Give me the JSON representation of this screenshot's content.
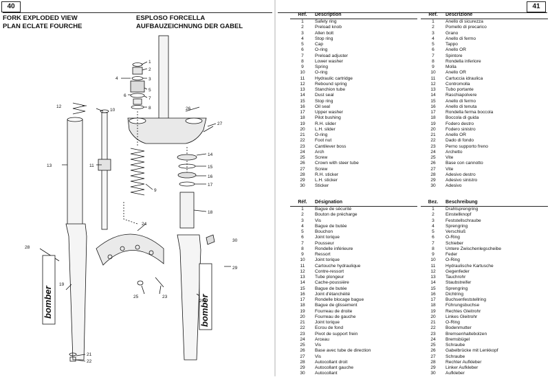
{
  "left_page": {
    "page_number": "40",
    "title_line1": "FORK EXPLODED VIEW",
    "title_line2": "PLAN ECLATE FOURCHE",
    "title_line3": "ESPLOSO FORCELLA",
    "title_line4": "AUFBAUZEICHNUNG DER GABEL",
    "callouts": [
      "1",
      "2",
      "3",
      "4",
      "5",
      "6",
      "7",
      "8",
      "9",
      "10",
      "11",
      "12",
      "13",
      "14",
      "15",
      "16",
      "17",
      "18",
      "19",
      "20",
      "21",
      "22",
      "23",
      "24",
      "25",
      "26",
      "27",
      "28",
      "29",
      "30"
    ],
    "sticker_text_left": "bomber",
    "sticker_text_right": "bomber"
  },
  "right_page": {
    "page_number": "41",
    "tables": [
      {
        "ref_header": "Ref.",
        "desc_header": "Description",
        "rows": [
          [
            "1",
            "Safety ring"
          ],
          [
            "2",
            "Preload knob"
          ],
          [
            "3",
            "Allen bolt"
          ],
          [
            "4",
            "Stop ring"
          ],
          [
            "5",
            "Cap"
          ],
          [
            "6",
            "O-ring"
          ],
          [
            "7",
            "Preload adjuster"
          ],
          [
            "8",
            "Lower washer"
          ],
          [
            "9",
            "Spring"
          ],
          [
            "10",
            "O-ring"
          ],
          [
            "11",
            "Hydraulic cartridge"
          ],
          [
            "12",
            "Rebound spring"
          ],
          [
            "13",
            "Stanchion tube"
          ],
          [
            "14",
            "Dust seal"
          ],
          [
            "15",
            "Stop ring"
          ],
          [
            "16",
            "Oil seal"
          ],
          [
            "17",
            "Upper washer"
          ],
          [
            "18",
            "Pilot bushing"
          ],
          [
            "19",
            "R.H. slider"
          ],
          [
            "20",
            "L.H. slider"
          ],
          [
            "21",
            "O-ring"
          ],
          [
            "22",
            "Foot nut"
          ],
          [
            "23",
            "Cantilever boss"
          ],
          [
            "24",
            "Arch"
          ],
          [
            "25",
            "Screw"
          ],
          [
            "26",
            "Crown with steer tube"
          ],
          [
            "27",
            "Screw"
          ],
          [
            "28",
            "R.H. sticker"
          ],
          [
            "29",
            "L.H. sticker"
          ],
          [
            "30",
            "Sticker"
          ]
        ]
      },
      {
        "ref_header": "Ref.",
        "desc_header": "Descrizione",
        "rows": [
          [
            "1",
            "Anello di sicurezza"
          ],
          [
            "2",
            "Pomello di precarico"
          ],
          [
            "3",
            "Grano"
          ],
          [
            "4",
            "Anello di fermo"
          ],
          [
            "5",
            "Tappo"
          ],
          [
            "6",
            "Anello OR"
          ],
          [
            "7",
            "Spintore"
          ],
          [
            "8",
            "Rondella inferiore"
          ],
          [
            "9",
            "Molla"
          ],
          [
            "10",
            "Anello OR"
          ],
          [
            "11",
            "Cartuccia idraulica"
          ],
          [
            "12",
            "Contromolla"
          ],
          [
            "13",
            "Tubo portante"
          ],
          [
            "14",
            "Raschiapolvere"
          ],
          [
            "15",
            "Anello di fermo"
          ],
          [
            "16",
            "Anello di tenuta"
          ],
          [
            "17",
            "Rondella ferma boccola"
          ],
          [
            "18",
            "Boccola di guida"
          ],
          [
            "19",
            "Fodero destro"
          ],
          [
            "20",
            "Fodero sinistro"
          ],
          [
            "21",
            "Anello OR"
          ],
          [
            "22",
            "Dado di fondo"
          ],
          [
            "23",
            "Perno supporto freno"
          ],
          [
            "24",
            "Archetto"
          ],
          [
            "25",
            "Vite"
          ],
          [
            "26",
            "Base con cannotto"
          ],
          [
            "27",
            "Vite"
          ],
          [
            "28",
            "Adesivo destro"
          ],
          [
            "29",
            "Adesivo sinistro"
          ],
          [
            "30",
            "Adesivo"
          ]
        ]
      },
      {
        "ref_header": "Réf.",
        "desc_header": "Désignation",
        "rows": [
          [
            "1",
            "Bague de sécurité"
          ],
          [
            "2",
            "Bouton de précharge"
          ],
          [
            "3",
            "Vis"
          ],
          [
            "4",
            "Bague de butée"
          ],
          [
            "5",
            "Bouchon"
          ],
          [
            "6",
            "Joint torique"
          ],
          [
            "7",
            "Pousseur"
          ],
          [
            "8",
            "Rondelle inférieure"
          ],
          [
            "9",
            "Ressort"
          ],
          [
            "10",
            "Joint torique"
          ],
          [
            "11",
            "Cartouche hydraulique"
          ],
          [
            "12",
            "Contre-ressort"
          ],
          [
            "13",
            "Tube plongeur"
          ],
          [
            "14",
            "Cache-poussière"
          ],
          [
            "15",
            "Bague de butée"
          ],
          [
            "16",
            "Joint d'étanchéité"
          ],
          [
            "17",
            "Rondelle blocage bague"
          ],
          [
            "18",
            "Bague de glissement"
          ],
          [
            "19",
            "Fourreau de droite"
          ],
          [
            "20",
            "Fourreau de gauche"
          ],
          [
            "21",
            "Joint torique"
          ],
          [
            "22",
            "Ecrou de fond"
          ],
          [
            "23",
            "Pivot de support frein"
          ],
          [
            "24",
            "Arceau"
          ],
          [
            "25",
            "Vis"
          ],
          [
            "26",
            "Base avec tube de direction"
          ],
          [
            "27",
            "Vis"
          ],
          [
            "28",
            "Autocollant droit"
          ],
          [
            "29",
            "Autocollant gauche"
          ],
          [
            "30",
            "Autocollant"
          ]
        ]
      },
      {
        "ref_header": "Bez.",
        "desc_header": "Beschreibung",
        "rows": [
          [
            "1",
            "Drahtsprengring"
          ],
          [
            "2",
            "Einstellknopf"
          ],
          [
            "3",
            "Feststellschraube"
          ],
          [
            "4",
            "Sprengring"
          ],
          [
            "5",
            "Verschluß"
          ],
          [
            "6",
            "O-Ring"
          ],
          [
            "7",
            "Schieber"
          ],
          [
            "8",
            "Untere Zwischenlegscheibe"
          ],
          [
            "9",
            "Feder"
          ],
          [
            "10",
            "O-Ring"
          ],
          [
            "11",
            "Hydraulische Kartusche"
          ],
          [
            "12",
            "Gegenfeder"
          ],
          [
            "13",
            "Tauchrohr"
          ],
          [
            "14",
            "Staubstreifer"
          ],
          [
            "15",
            "Sprengring"
          ],
          [
            "16",
            "Dichtring"
          ],
          [
            "17",
            "Buchsenfeststellring"
          ],
          [
            "18",
            "Führungsbuchse"
          ],
          [
            "19",
            "Rechtes Gleitrohr"
          ],
          [
            "20",
            "Linkes Gleitrohr"
          ],
          [
            "21",
            "O-Ring"
          ],
          [
            "22",
            "Bodenmutter"
          ],
          [
            "23",
            "Bremsenhaltebolzen"
          ],
          [
            "24",
            "Bremsbügel"
          ],
          [
            "25",
            "Schraube"
          ],
          [
            "26",
            "Gabelbrücke mit Lenkkopf"
          ],
          [
            "27",
            "Schraube"
          ],
          [
            "28",
            "Rechter Aufkleber"
          ],
          [
            "29",
            "Linker Aufkleber"
          ],
          [
            "30",
            "Aufkleber"
          ]
        ]
      }
    ]
  }
}
